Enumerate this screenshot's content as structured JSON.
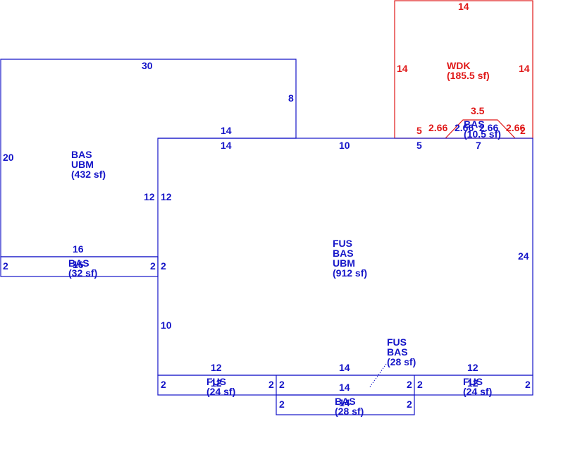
{
  "main_area": {
    "label_lines": [
      "FUS",
      "BAS",
      "UBM",
      "(912 sf)"
    ],
    "dims": {
      "top_a": "14",
      "top_b": "10",
      "top_c": "5",
      "top_d": "7",
      "right": "24",
      "left_top": "12",
      "left_bottom": "10"
    }
  },
  "left_area": {
    "label_lines": [
      "BAS",
      "UBM",
      "(432 sf)"
    ],
    "dims": {
      "top": "30",
      "right_upper": "8",
      "step_top": "14",
      "left": "20",
      "right_lower": "12",
      "bottom": "16"
    }
  },
  "left_strip": {
    "label_lines": [
      "BAS",
      "(32 sf)"
    ],
    "overlap_text": "16",
    "dims": {
      "left": "2",
      "right": "2",
      "right_outer": "2"
    }
  },
  "deck": {
    "label_lines": [
      "WDK",
      "(185.5 sf)"
    ],
    "dims": {
      "top": "14",
      "left": "14",
      "right": "14",
      "bay_top": "3.5",
      "left_seg": "5",
      "bay_left": "2.66",
      "bay_right": "2.66",
      "right_seg": "2"
    }
  },
  "bay": {
    "label_lines": [
      "BAS",
      "(10.5 sf)"
    ],
    "dims": {
      "left": "2.66",
      "right": "2.66"
    }
  },
  "small_callout": {
    "label_lines": [
      "FUS",
      "BAS",
      "(28 sf)"
    ]
  },
  "bottom_left_strip": {
    "label_lines": [
      "FUS",
      "(24 sf)"
    ],
    "overlap_text": "12",
    "dims": {
      "top": "12",
      "left": "2",
      "right": "2"
    }
  },
  "bottom_right_strip": {
    "label_lines": [
      "FUS",
      "(24 sf)"
    ],
    "overlap_text": "12",
    "dims": {
      "top": "12",
      "left": "2",
      "right": "2"
    }
  },
  "bottom_mid_strip": {
    "dims": {
      "top": "14",
      "inner": "14",
      "left": "2",
      "right": "2"
    }
  },
  "bottom_bas": {
    "label_lines": [
      "BAS",
      "(28 sf)"
    ],
    "overlap_text": "14",
    "dims": {
      "left": "2",
      "right": "2"
    }
  },
  "colors": {
    "structure": "#1515c8",
    "deck": "#e01818"
  }
}
